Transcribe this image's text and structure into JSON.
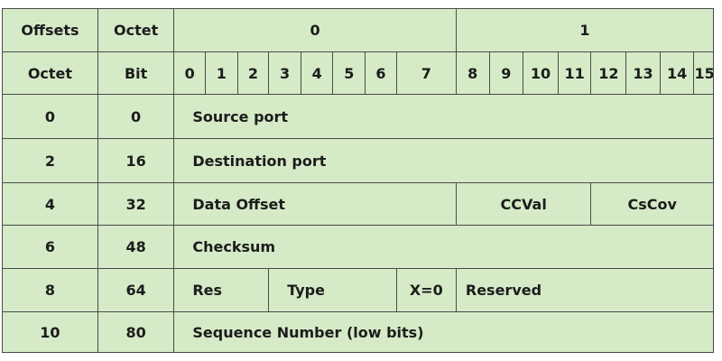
{
  "header": {
    "offsets": "Offsets",
    "octet": "Octet",
    "octet_0": "0",
    "octet_1": "1",
    "octet_col": "Octet",
    "bit_col": "Bit",
    "bits": [
      "0",
      "1",
      "2",
      "3",
      "4",
      "5",
      "6",
      "7",
      "8",
      "9",
      "10",
      "11",
      "12",
      "13",
      "14",
      "15"
    ]
  },
  "rows": [
    {
      "octet": "0",
      "bit": "0",
      "fields": [
        "Source port"
      ]
    },
    {
      "octet": "2",
      "bit": "16",
      "fields": [
        "Destination port"
      ]
    },
    {
      "octet": "4",
      "bit": "32",
      "fields": [
        "Data Offset",
        "CCVal",
        "CsCov"
      ]
    },
    {
      "octet": "6",
      "bit": "48",
      "fields": [
        "Checksum"
      ]
    },
    {
      "octet": "8",
      "bit": "64",
      "fields": [
        "Res",
        "Type",
        "X=0",
        "Reserved"
      ]
    },
    {
      "octet": "10",
      "bit": "80",
      "fields": [
        "Sequence Number (low bits)"
      ]
    }
  ],
  "colors": {
    "cell_fill": "#d5ebc7",
    "border": "#4a4a4a",
    "text": "#1c1c1c"
  }
}
